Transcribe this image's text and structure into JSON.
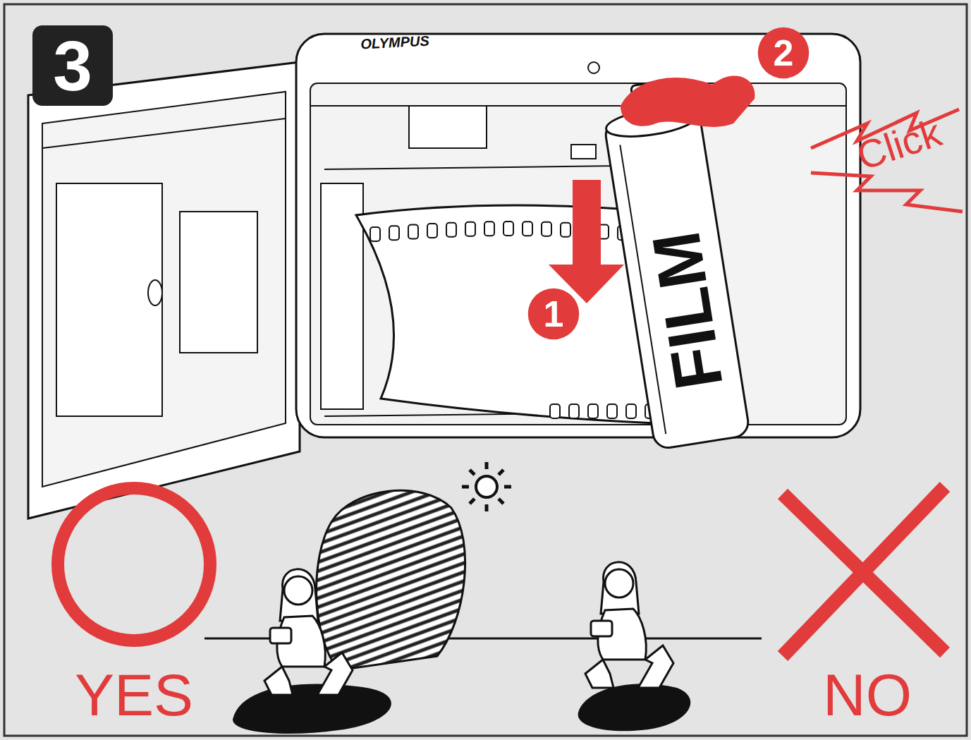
{
  "diagram": {
    "nodes": [
      {
        "text": [
          "3"
        ]
      },
      {
        "text": [
          "2"
        ]
      },
      {
        "text": [
          "1"
        ]
      }
    ],
    "labels": [
      "OLYMPUS",
      "Click",
      "FILM",
      "YES",
      "NO"
    ]
  }
}
